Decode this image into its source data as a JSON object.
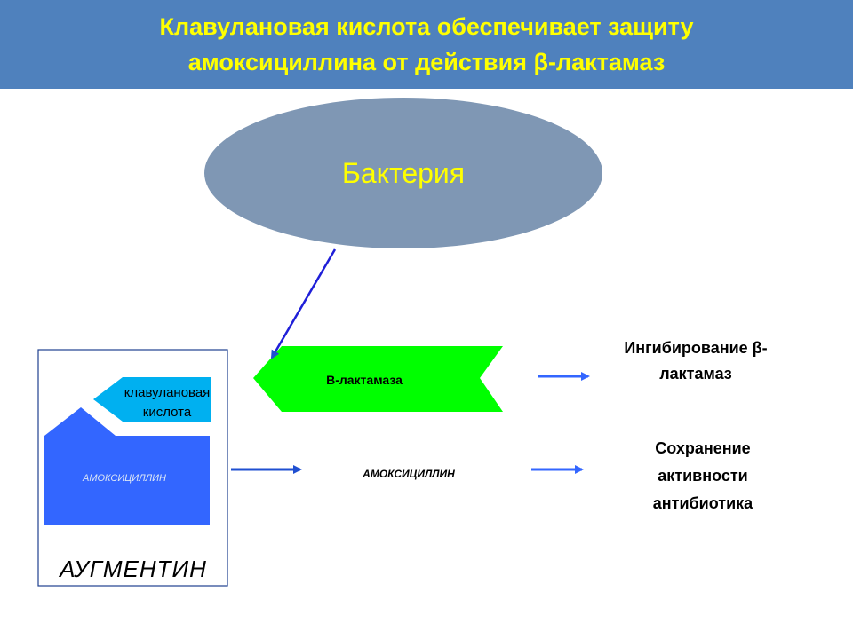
{
  "header": {
    "title_line1": "Клавулановая кислота обеспечивает защиту",
    "title_line2": "амоксициллина от действия β-лактамаз",
    "background": "#4f81bd",
    "text_color": "#ffff00"
  },
  "bacteria": {
    "label": "Бактерия",
    "fill": "#7f97b4"
  },
  "lactamase": {
    "label": "В-лактамаза",
    "fill": "#00ff00"
  },
  "augmentin": {
    "name": "АУГМЕНТИН",
    "clavulanic_line1": "клавулановая",
    "clavulanic_line2": "кислота",
    "clavulanic_fill": "#00b0f0",
    "amoxicillin_label": "АМОКСИЦИЛЛИН",
    "amoxicillin_fill": "#3366ff"
  },
  "flow": {
    "amoxicillin_label": "АМОКСИЦИЛЛИН",
    "arrow_color": "#1f4fd1"
  },
  "results": {
    "inhibition_line1": "Ингибирование β-",
    "inhibition_line2": "лактамаз",
    "preservation_line1": "Сохранение",
    "preservation_line2": "активности",
    "preservation_line3": "антибиотика"
  }
}
